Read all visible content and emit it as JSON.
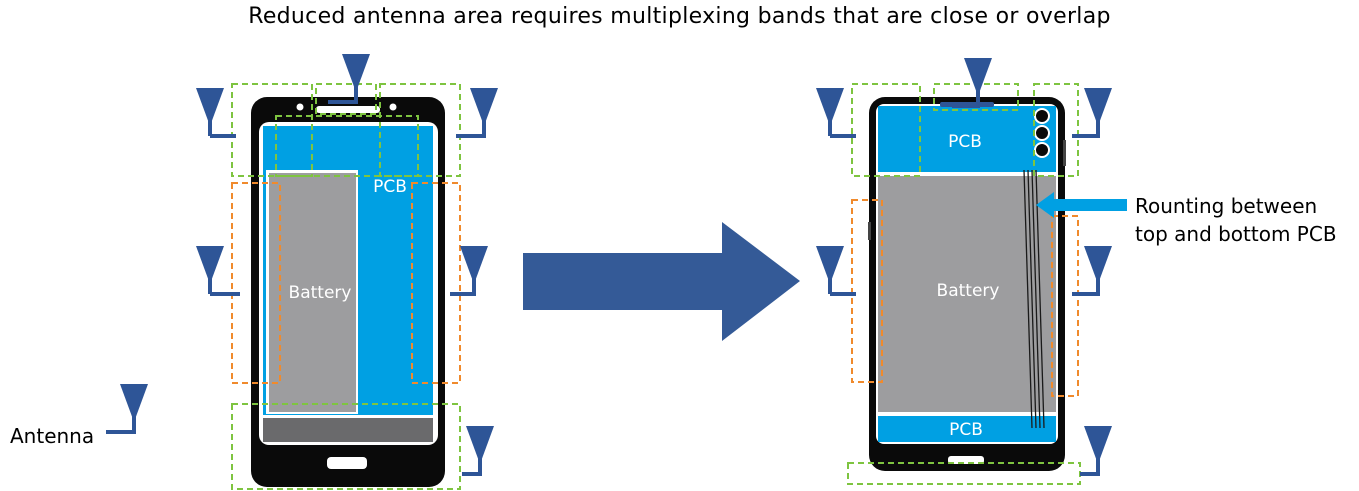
{
  "title": "Reduced antenna area requires multiplexing bands that are close or overlap",
  "legend": {
    "label": "Antenna",
    "icon": "antenna-icon"
  },
  "left_phone": {
    "pcb_label": "PCB",
    "battery_label": "Battery"
  },
  "right_phone": {
    "pcb_top_label": "PCB",
    "battery_label": "Battery",
    "pcb_bottom_label": "PCB"
  },
  "routing_note": {
    "line1": "Rounting between",
    "line2": "top and bottom PCB"
  },
  "colors": {
    "phone_body": "#0a0a0a",
    "pcb": "#00a0e3",
    "battery": "#9d9d9f",
    "antenna": "#2e5597",
    "arrow": "#345a97",
    "green_zone": "#7ec440",
    "orange_zone": "#f08a2c",
    "routing_arrow": "#00a0e3"
  }
}
